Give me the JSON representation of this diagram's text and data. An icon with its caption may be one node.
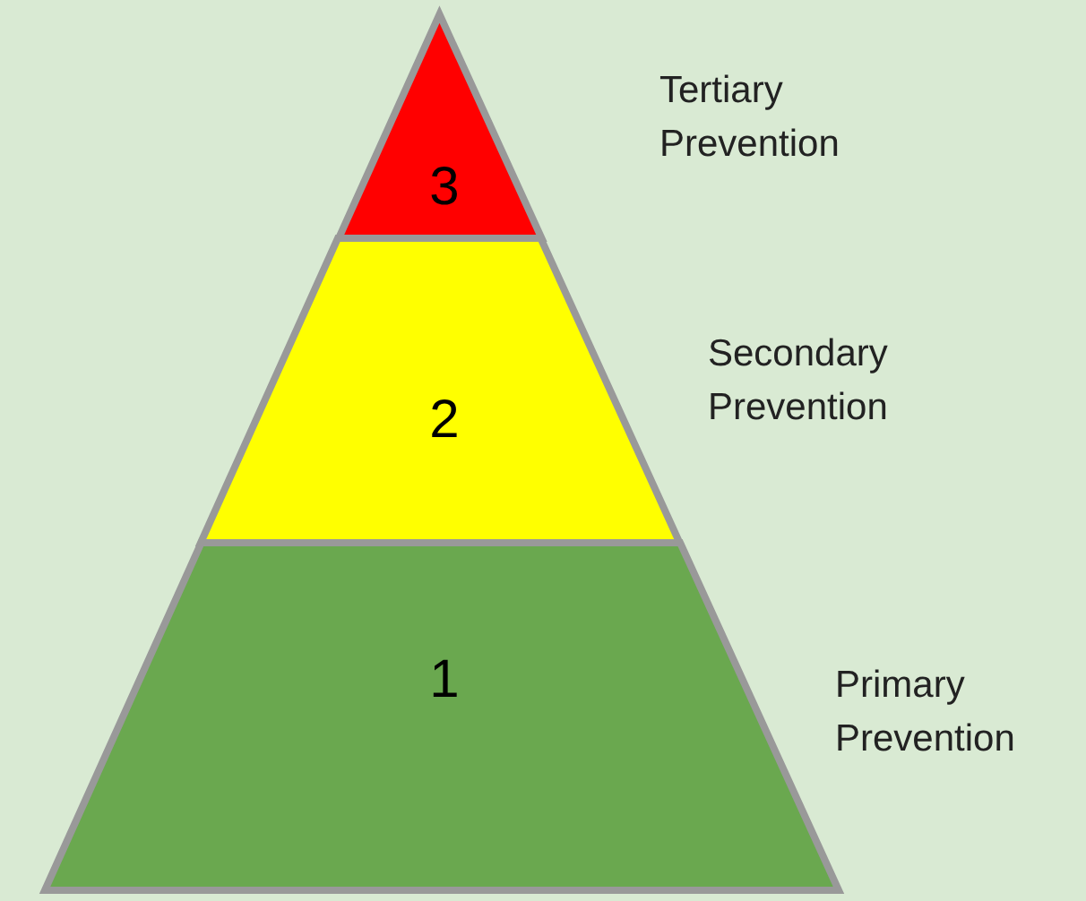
{
  "diagram": {
    "nodes": [
      {
        "text": [
          "3"
        ],
        "beside": [
          "Tertiary Prevention"
        ]
      },
      {
        "text": [
          "2"
        ],
        "beside": [
          "Secondary Prevention"
        ]
      },
      {
        "text": [
          "1"
        ],
        "beside": [
          "Primary Prevention"
        ]
      }
    ]
  }
}
